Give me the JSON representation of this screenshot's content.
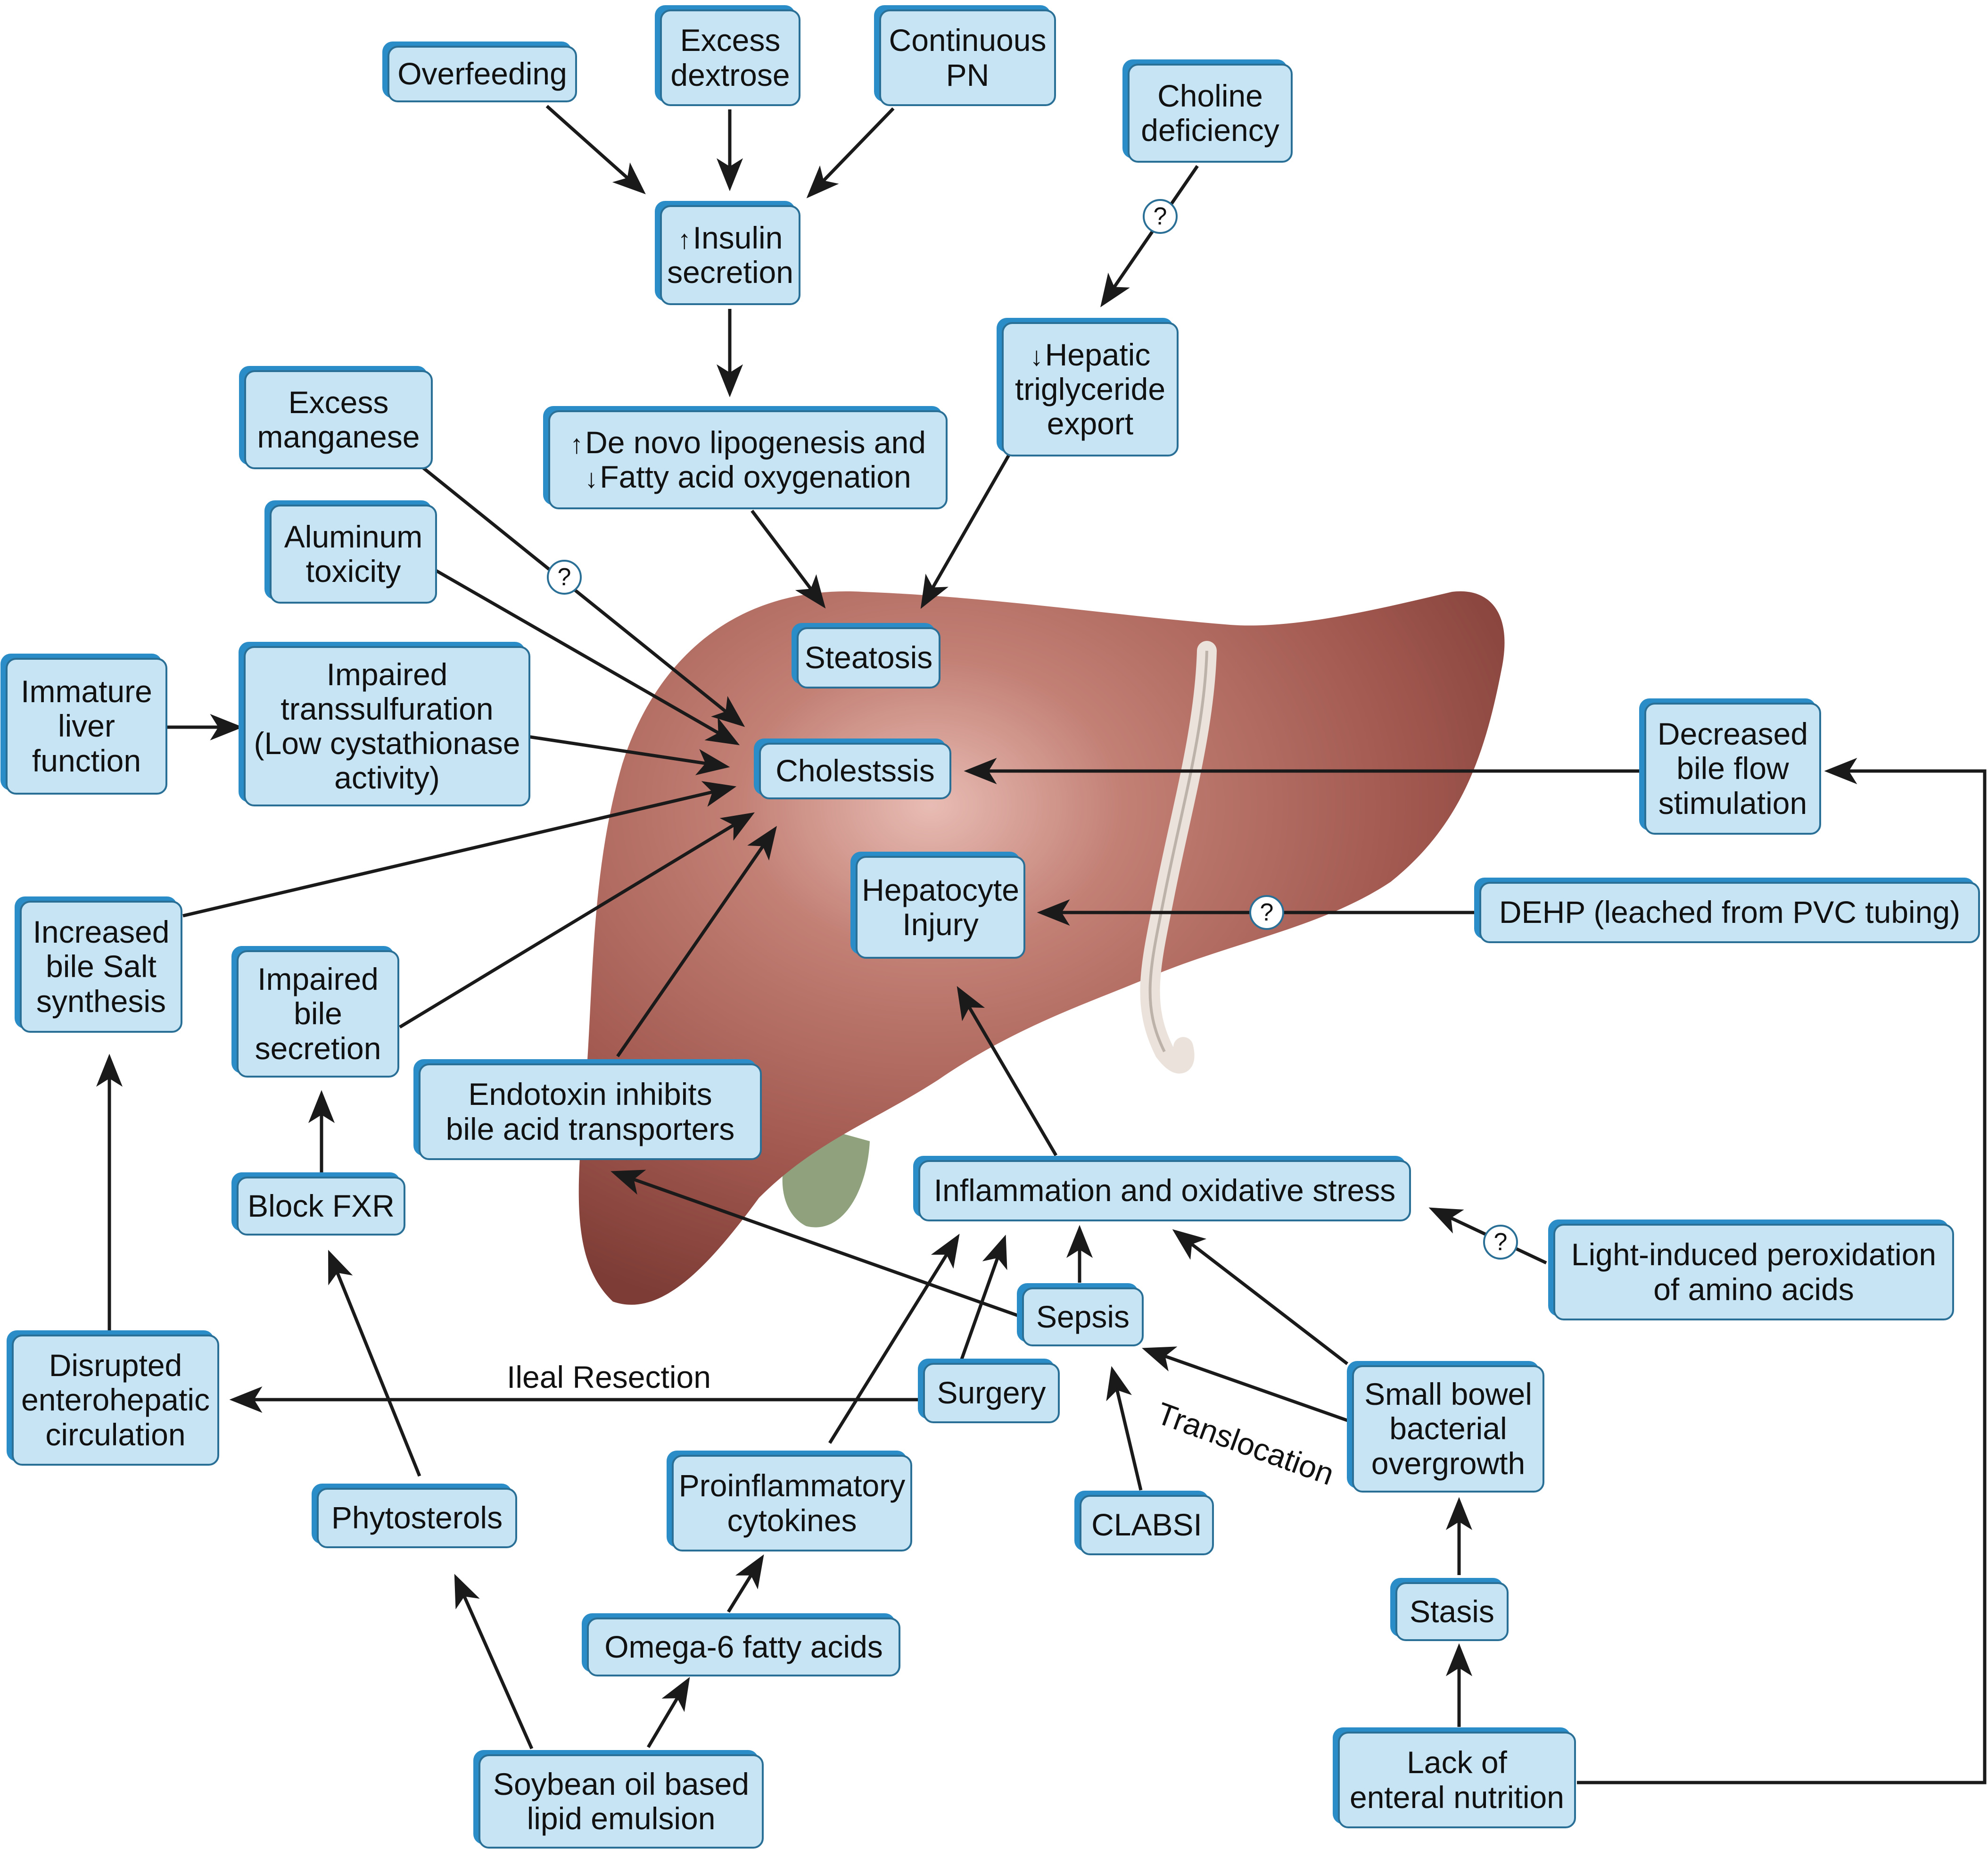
{
  "colors": {
    "box_fill": "#c6e4f4",
    "box_border": "#2a6f96",
    "liver": "#a0574e",
    "arrow": "#1a1a1a"
  },
  "nodes": {
    "overfeeding": "Overfeeding",
    "excess_dextrose": "Excess\ndextrose",
    "continuous_pn": "Continuous\nPN",
    "choline_deficiency": "Choline\ndeficiency",
    "insulin_secretion": "Insulin\nsecretion",
    "hepatic_tg_export": "Hepatic\ntriglyceride\nexport",
    "excess_manganese": "Excess\nmanganese",
    "lipogenesis_line1": "De novo lipogenesis and",
    "lipogenesis_line2": "Fatty acid oxygenation",
    "aluminum_toxicity": "Aluminum\ntoxicity",
    "steatosis": "Steatosis",
    "immature_liver": "Immature\nliver\nfunction",
    "impaired_transsulfuration": "Impaired\ntranssulfuration\n(Low cystathionase\nactivity)",
    "cholestasis": "Cholestssis",
    "decreased_bile_flow": "Decreased\nbile flow\nstimulation",
    "hepatocyte_injury": "Hepatocyte\nInjury",
    "dehp": "DEHP (leached from PVC tubing)",
    "increased_bile_salt": "Increased\nbile Salt\nsynthesis",
    "impaired_bile_secretion": "Impaired\nbile\nsecretion",
    "endotoxin": "Endotoxin inhibits\nbile acid transporters",
    "block_fxr": "Block FXR",
    "inflammation": "Inflammation and oxidative stress",
    "light_peroxidation": "Light-induced peroxidation\nof amino acids",
    "sepsis": "Sepsis",
    "disrupted_enterohepatic": "Disrupted\nenterohepatic\ncirculation",
    "surgery": "Surgery",
    "small_bowel": "Small bowel\nbacterial\novergrowth",
    "proinflammatory": "Proinflammatory\ncytokines",
    "clabsi": "CLABSI",
    "phytosterols": "Phytosterols",
    "stasis": "Stasis",
    "omega6": "Omega-6 fatty acids",
    "soybean": "Soybean oil based\nlipid emulsion",
    "lack_enteral": "Lack of\nenteral nutrition"
  },
  "symbols": {
    "up": "↑",
    "down": "↓"
  },
  "labels": {
    "ileal_resection": "Ileal Resection",
    "translocation": "Translocation"
  },
  "question_mark": "?"
}
